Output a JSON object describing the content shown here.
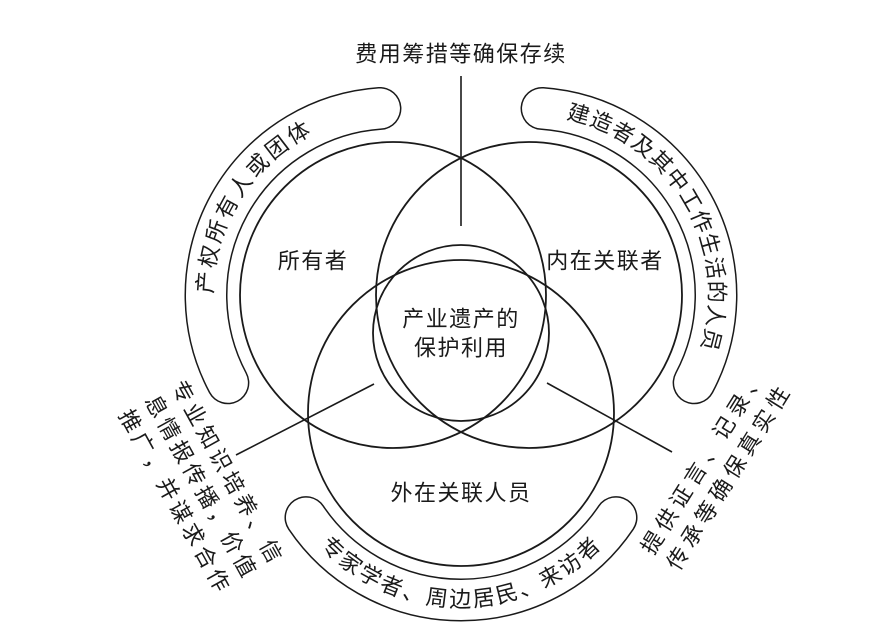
{
  "top_label": "费用筹措等确保存续",
  "circles": {
    "owner": "所有者",
    "internal": "内在关联者",
    "external": "外在关联人员",
    "center": [
      "产业遗产的",
      "保护利用"
    ]
  },
  "bands": {
    "owner": "产权所有人或团体",
    "internal": "建造者及其中工作生活的人员",
    "external": "专家学者、周边居民、来访者"
  },
  "notes": {
    "left": [
      "专业知识培养、信",
      "息情报传播，价值",
      "推广，并谋求合作"
    ],
    "right": [
      "提供证言、记录、",
      "传承等确保真实性"
    ]
  },
  "colors": {
    "stroke": "#1a1a1a",
    "background": "#ffffff"
  }
}
